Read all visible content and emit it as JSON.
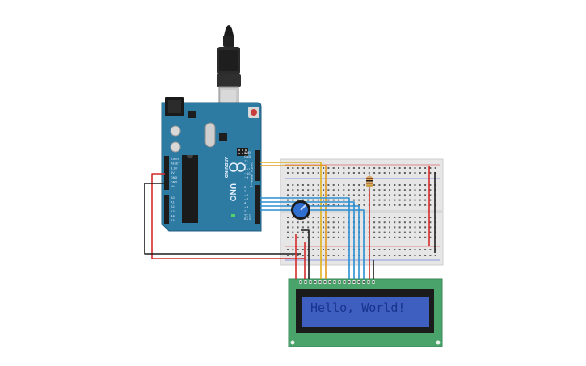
{
  "board": {
    "model": "UNO",
    "brand": "ARDUINO",
    "left_header_labels": [
      "IOREF",
      "RESET",
      "3.3V",
      "5V",
      "GND",
      "GND",
      "Vin",
      "A0",
      "A1",
      "A2",
      "A3",
      "A4",
      "A5"
    ],
    "right_header_labels": [
      "AREF",
      "GND",
      "13",
      "12",
      "~11",
      "~10",
      "~9",
      "8",
      "7",
      "~6",
      "~5",
      "4",
      "~3",
      "2",
      "TX 1",
      "RX 0"
    ],
    "digital_label": "DIGITAL (PWM ~)"
  },
  "lcd": {
    "text": "Hello, World!",
    "background_color": "#3e5fbf",
    "pcb_color": "#4aa36b"
  },
  "wires": {
    "colors": {
      "red": "#d42a2a",
      "black": "#1d1d1d",
      "yellow": "#e0b21a",
      "orange": "#e39a1e",
      "blue": "#2a8fd4"
    }
  },
  "components": {
    "potentiometer": "potentiometer",
    "resistor": "resistor"
  }
}
